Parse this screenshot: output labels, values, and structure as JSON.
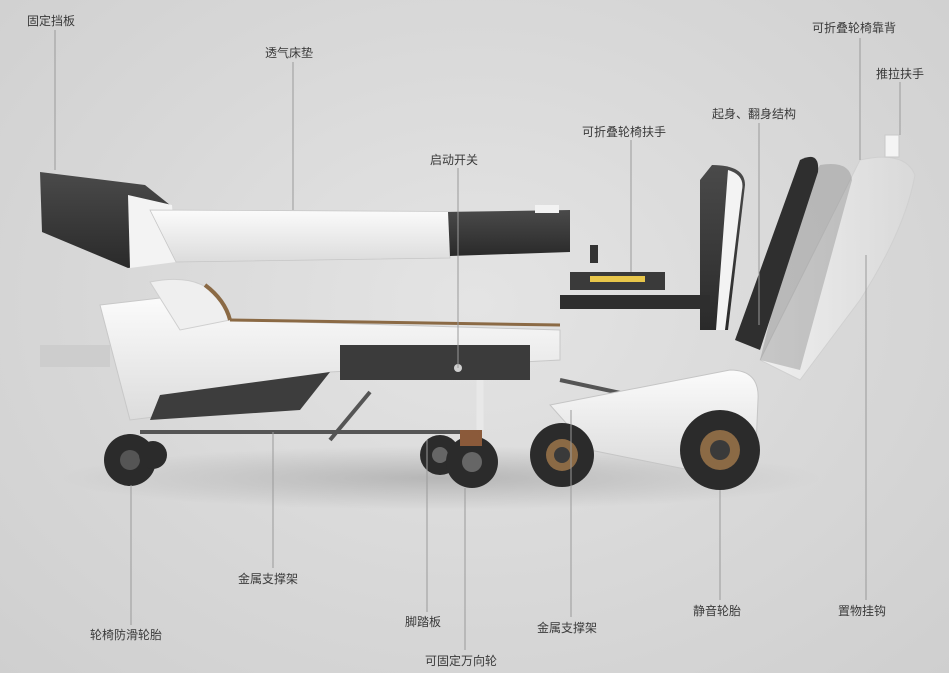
{
  "labels": {
    "fixed_baffle": "固定挡板",
    "breathable_mattress": "透气床垫",
    "foldable_backrest": "可折叠轮椅靠背",
    "push_handle": "推拉扶手",
    "lift_turn_mechanism": "起身、翻身结构",
    "foldable_armrest": "可折叠轮椅扶手",
    "start_switch": "启动开关",
    "metal_frame_left": "金属支撑架",
    "antiskid_tire": "轮椅防滑轮胎",
    "footrest": "脚踏板",
    "lockable_caster": "可固定万向轮",
    "metal_frame_right": "金属支撑架",
    "silent_wheel": "静音轮胎",
    "hook": "置物挂钩"
  },
  "colors": {
    "background": "#d8d8d8",
    "shell_white": "#f4f4f4",
    "dark_panel": "#3b3b3b",
    "wood_trim": "#8b6a45",
    "accent_yellow": "#e8c64a",
    "tire": "#2b2b2b"
  }
}
